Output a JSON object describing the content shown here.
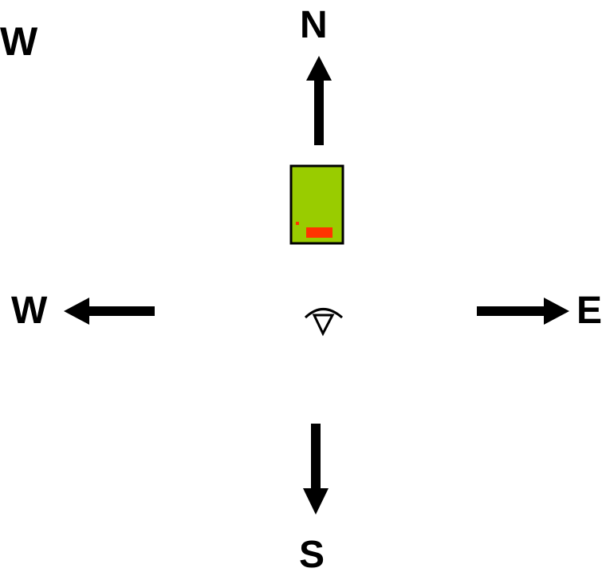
{
  "labels": {
    "corner": "W",
    "north": "N",
    "west": "W",
    "east": "E",
    "south": "S"
  },
  "icons": {
    "north_arrow": "arrow-up-icon",
    "south_arrow": "arrow-down-icon",
    "west_arrow": "arrow-left-icon",
    "east_arrow": "arrow-right-icon",
    "viewer": "viewer-eye-icon"
  },
  "colors": {
    "background": "#ffffff",
    "ink": "#000000",
    "object_fill": "#99cc00",
    "object_mark": "#ff3300"
  }
}
